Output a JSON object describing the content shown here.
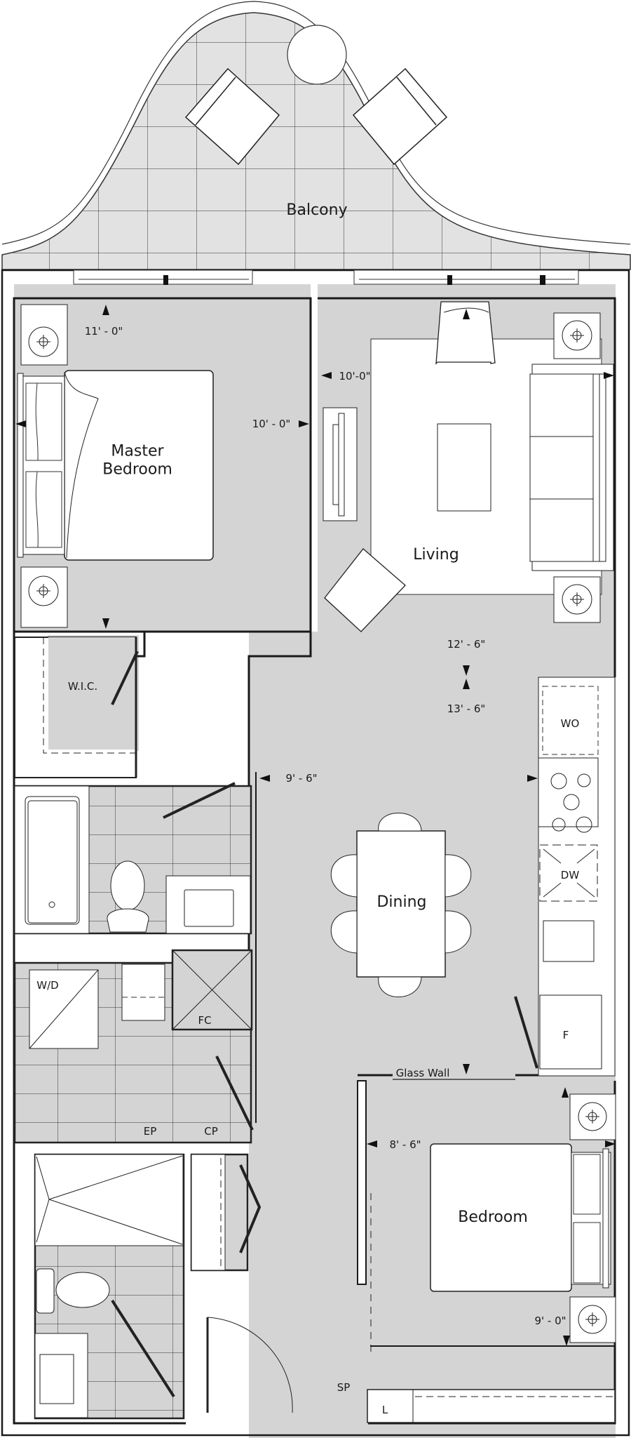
{
  "floorplan": {
    "colors": {
      "floor": "#d4d4d4",
      "balcony": "#e2e2e2",
      "wall": "#1a1a1a",
      "furniture": "#ffffff"
    },
    "rooms": {
      "balcony": "Balcony",
      "master_bedroom": "Master\nBedroom",
      "living": "Living",
      "wic": "W.I.C.",
      "dining": "Dining",
      "bedroom": "Bedroom"
    },
    "dimensions": {
      "master_depth": "11' - 0\"",
      "master_width": "10' - 0\"",
      "living_width": "10'-0\"",
      "living_depth": "12' - 6\"",
      "dining_depth": "13' - 6\"",
      "hall_width": "9' - 6\"",
      "bedroom_width": "8' - 6\"",
      "bedroom_depth": "9' - 0\""
    },
    "fixtures": {
      "wall_oven": "WO",
      "dishwasher": "DW",
      "fridge": "F",
      "washer_dryer": "W/D",
      "fan_coil": "FC",
      "electrical_panel": "EP",
      "comm_panel": "CP",
      "sprinkler_panel": "SP",
      "linen": "L",
      "glass_wall": "Glass Wall"
    }
  }
}
